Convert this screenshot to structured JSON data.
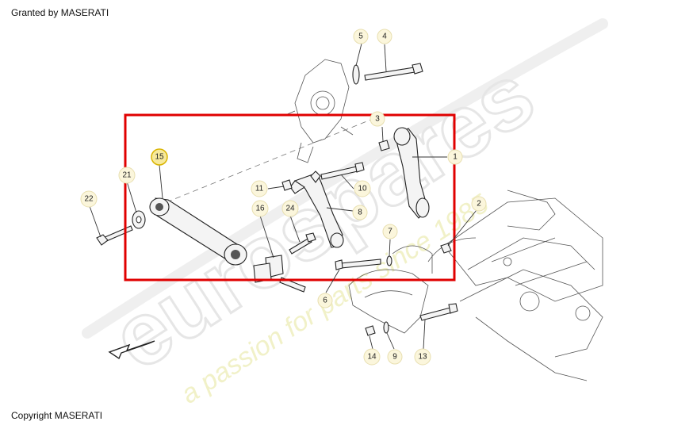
{
  "captions": {
    "top": "Granted by MASERATI",
    "bottom": "Copyright MASERATI"
  },
  "watermark": {
    "brand": "eurospares",
    "tagline": "a passion for parts since 1985"
  },
  "colors": {
    "highlight_box": "#e00000",
    "callout_fill": "#fbf6dc",
    "callout_highlight": "#f7e99a",
    "watermark_tint": "#e9e9e9",
    "tagline_tint": "#f1f1c8"
  },
  "callouts": [
    {
      "id": "c1",
      "label": "1"
    },
    {
      "id": "c2",
      "label": "2"
    },
    {
      "id": "c3",
      "label": "3"
    },
    {
      "id": "c4",
      "label": "4"
    },
    {
      "id": "c5",
      "label": "5"
    },
    {
      "id": "c6",
      "label": "6"
    },
    {
      "id": "c7",
      "label": "7"
    },
    {
      "id": "c8",
      "label": "8"
    },
    {
      "id": "c9",
      "label": "9"
    },
    {
      "id": "c10",
      "label": "10"
    },
    {
      "id": "c11",
      "label": "11"
    },
    {
      "id": "c13",
      "label": "13"
    },
    {
      "id": "c14",
      "label": "14"
    },
    {
      "id": "c15",
      "label": "15",
      "highlighted": true
    },
    {
      "id": "c16",
      "label": "16"
    },
    {
      "id": "c21",
      "label": "21"
    },
    {
      "id": "c22",
      "label": "22"
    },
    {
      "id": "c24",
      "label": "24"
    }
  ]
}
